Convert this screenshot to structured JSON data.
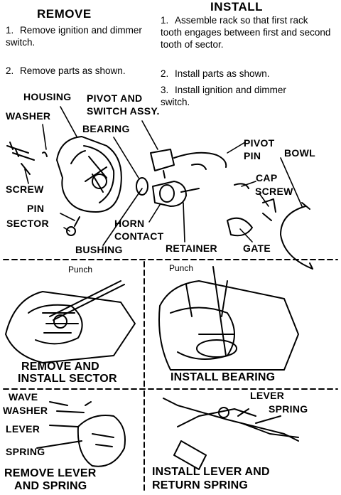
{
  "remove": {
    "heading": "REMOVE",
    "steps": [
      {
        "num": "1.",
        "text": "Remove ignition and dimmer switch."
      },
      {
        "num": "2.",
        "text": "Remove parts as shown."
      }
    ]
  },
  "install": {
    "heading": "INSTALL",
    "steps": [
      {
        "num": "1.",
        "text": "Assemble rack so that first rack tooth engages between first and second tooth of sector."
      },
      {
        "num": "2.",
        "text": "Install parts as shown."
      },
      {
        "num": "3.",
        "text": "Install ignition and dimmer switch."
      }
    ]
  },
  "parts": {
    "housing": "HOUSING",
    "pivot_switch_l1": "PIVOT AND",
    "pivot_switch_l2": "SWITCH ASSY.",
    "washer": "WASHER",
    "bearing": "BEARING",
    "pivot_pin_l1": "PIVOT",
    "pivot_pin_l2": "PIN",
    "bowl": "BOWL",
    "screw_left": "SCREW",
    "cap": "CAP",
    "screw_right": "SCREW",
    "pin": "PIN",
    "sector": "SECTOR",
    "horn_contact_l1": "HORN",
    "horn_contact_l2": "CONTACT",
    "bushing": "BUSHING",
    "retainer": "RETAINER",
    "gate": "GATE"
  },
  "panels": {
    "sector": {
      "punch": "Punch",
      "caption_l1": "REMOVE AND",
      "caption_l2": "INSTALL SECTOR"
    },
    "bearing": {
      "punch": "Punch",
      "caption": "INSTALL BEARING"
    },
    "lever_remove": {
      "wave": "WAVE",
      "washer": "WASHER",
      "lever": "LEVER",
      "spring": "SPRING",
      "caption_l1": "REMOVE LEVER",
      "caption_l2": "AND SPRING"
    },
    "lever_install": {
      "lever": "LEVER",
      "spring": "SPRING",
      "caption_l1": "INSTALL LEVER AND",
      "caption_l2": "RETURN SPRING"
    }
  }
}
